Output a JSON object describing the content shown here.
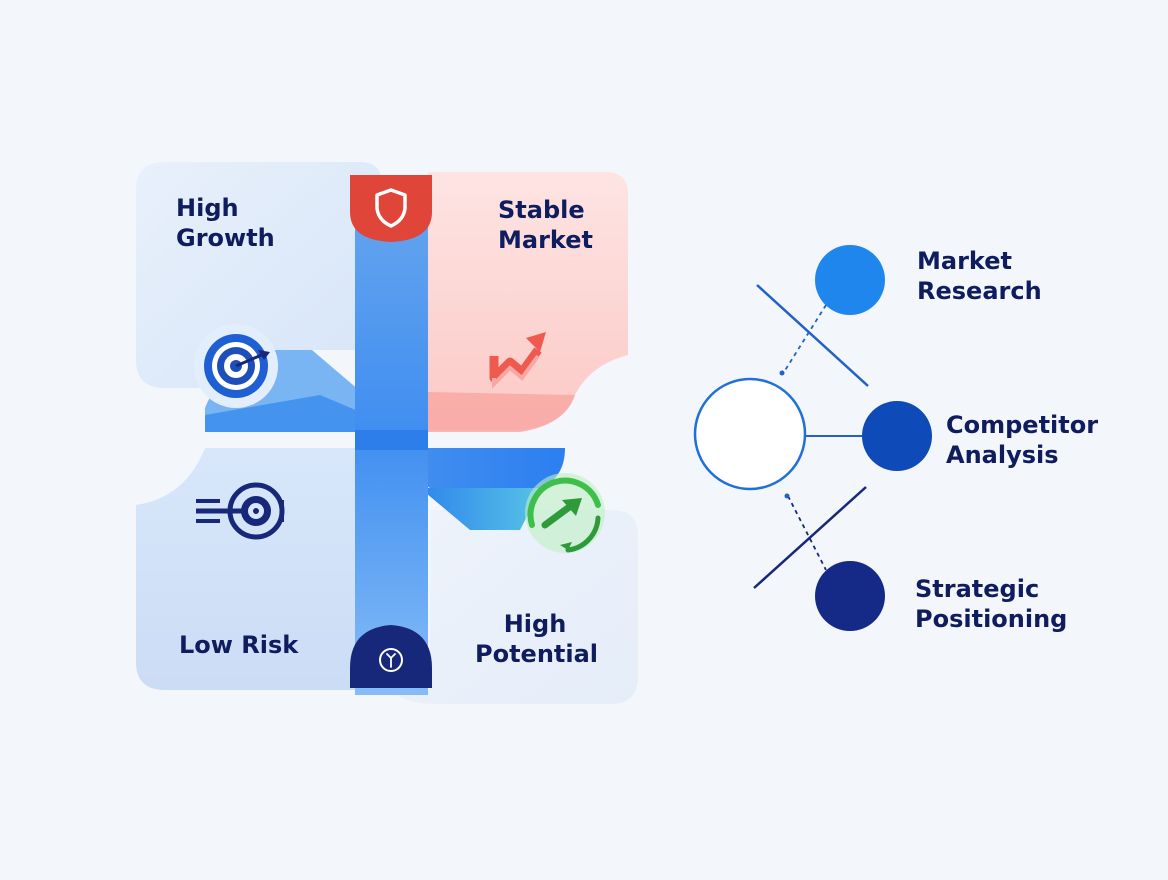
{
  "quadrants": {
    "top_left": {
      "label": "High\nGrowth"
    },
    "top_right": {
      "label": "Stable\nMarket"
    },
    "bottom_left": {
      "label": "Low Risk"
    },
    "bottom_right": {
      "label": "High\nPotential"
    }
  },
  "nodes": [
    {
      "label": "Market\nResearch"
    },
    {
      "label": "Competitor\nAnalysis"
    },
    {
      "label": "Strategic\nPositioning"
    }
  ],
  "icons": {
    "top": "shield-icon",
    "bottom": "badge-icon",
    "top_left": "target-icon",
    "top_right": "trend-up-arrow-icon",
    "bottom_left": "arrow-target-icon",
    "bottom_right": "growth-cycle-icon"
  },
  "colors": {
    "text": "#0f1c5e",
    "blue_primary": "#2f86ec",
    "blue_light": "#dbe8fa",
    "red_accent": "#e0453a",
    "pink_light": "#fde1e0",
    "green_accent": "#3fbf4a",
    "navy": "#17287a"
  }
}
